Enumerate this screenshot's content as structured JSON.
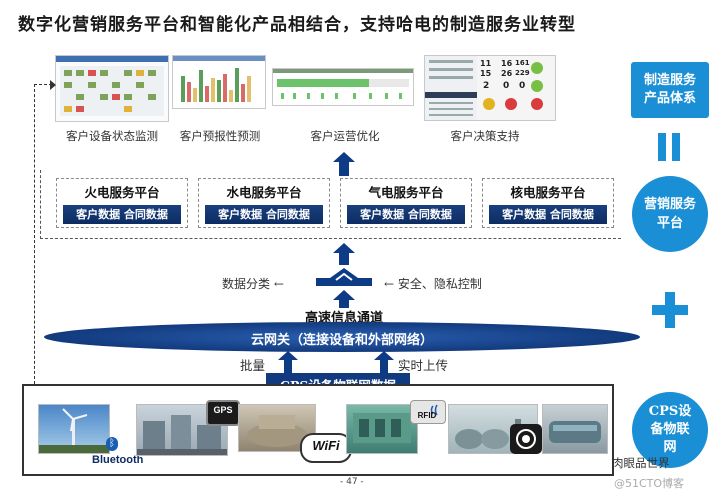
{
  "title": "数字化营销服务平台和智能化产品相结合，支持哈电的制造服务业转型",
  "screens": [
    {
      "caption": "客户设备状态监测"
    },
    {
      "caption": "客户预报性预测"
    },
    {
      "caption": "客户运营优化"
    },
    {
      "caption": "客户决策支持"
    }
  ],
  "platforms": [
    {
      "title": "火电服务平台",
      "bar": "客户数据 合同数据"
    },
    {
      "title": "水电服务平台",
      "bar": "客户数据 合同数据"
    },
    {
      "title": "气电服务平台",
      "bar": "客户数据 合同数据"
    },
    {
      "title": "核电服务平台",
      "bar": "客户数据 合同数据"
    }
  ],
  "middle": {
    "left_label": "数据分类 ←",
    "right_label": "← 安全、隐私控制",
    "channel_label": "高速信息通道",
    "cloud_gateway": "云网关（连接设备和外部网络）",
    "batch_label": "批量",
    "realtime_label": "实时上传",
    "iot_label": "CPS设备物联网数据"
  },
  "right_panel": {
    "system": "制造服务产品体系",
    "marketing": "营销服务平台",
    "cps": "CPS设备物联网"
  },
  "badges": {
    "bluetooth": "Bluetooth",
    "gps": "GPS",
    "wifi": "WiFi",
    "rfid": "RFID"
  },
  "dashboard": {
    "r1c1_top": "11",
    "r1c1_bot": "15",
    "r1c2_top": "16",
    "r1c2_bot": "26",
    "r1c3_top": "161",
    "r1c3_bot": "229",
    "r2c1": "2",
    "r2c2": "0",
    "r2c3": "0"
  },
  "footer": {
    "page": "- 47 -"
  },
  "watermark": {
    "line1": "肉眼品世界",
    "line2": "@51CTO博客"
  },
  "colors": {
    "navy": "#0d3b85",
    "accent": "#1a8fd6"
  }
}
